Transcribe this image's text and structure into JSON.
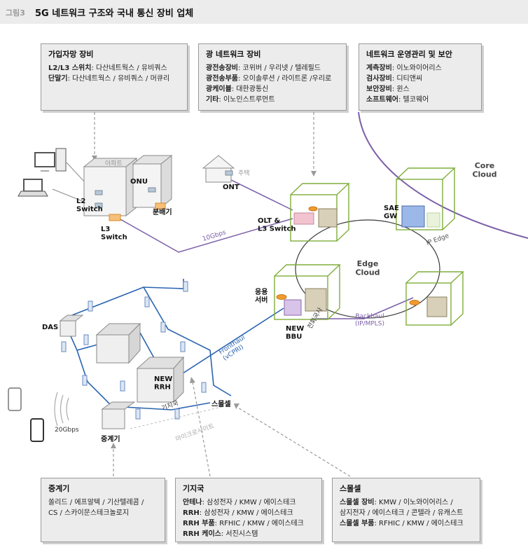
{
  "header": {
    "label": "그림3",
    "title": "5G 네트워크 구조와 국내 통신 장비 업체"
  },
  "boxes": {
    "subscriber": {
      "title": "가입자망 장비",
      "lines": [
        {
          "k": "L2/L3 스위치",
          "v": "다산네트웍스 / 유비쿼스"
        },
        {
          "k": "단말기",
          "v": "다산네트웍스 / 유비쿼스 / 머큐리"
        }
      ]
    },
    "optical": {
      "title": "광 네트워크 장비",
      "lines": [
        {
          "k": "광전송장비",
          "v": "코위버 / 우리넷 / 텔레필드"
        },
        {
          "k": "광전송부품",
          "v": "오이솔루션 / 라이트론 /우리로"
        },
        {
          "k": "광케이블",
          "v": "대한광통신"
        },
        {
          "k": "기타",
          "v": "이노인스트루먼트"
        }
      ]
    },
    "netops": {
      "title": "네트워크 운영관리 및 보안",
      "lines": [
        {
          "k": "계측장비",
          "v": "이노와이어리스"
        },
        {
          "k": "검사장비",
          "v": "디티앤씨"
        },
        {
          "k": "보안장비",
          "v": "윈스"
        },
        {
          "k": "소프트웨어",
          "v": "텔코웨어"
        }
      ]
    },
    "repeater": {
      "title": "중계기",
      "lines": [
        {
          "k": "",
          "v": "쏠리드 / 에프알텍 / 기산텔레콤 /"
        },
        {
          "k": "",
          "v": "CS / 스카이문스테크놀로지"
        }
      ]
    },
    "basestation": {
      "title": "기지국",
      "lines": [
        {
          "k": "안테나",
          "v": "삼성전자 / KMW / 에이스테크"
        },
        {
          "k": "RRH",
          "v": "삼성전자 / KMW / 에이스테크"
        },
        {
          "k": "RRH 부품",
          "v": "RFHIC / KMW / 에이스테크"
        },
        {
          "k": "RRH 케이스",
          "v": "서진시스템"
        }
      ]
    },
    "smallcell": {
      "title": "스몰셀",
      "lines": [
        {
          "k": "스몰셀 장비",
          "v": "KMW / 이노와이어리스 /"
        },
        {
          "k": "",
          "v": "삼지전자 / 에이스테크 / 콘텔라 / 유캐스트"
        },
        {
          "k": "스몰셀 부품",
          "v": "RFHIC / KMW / 에이스테크"
        }
      ]
    }
  },
  "labels": {
    "apartment": "아파트",
    "house": "주택",
    "l2": "L2\nSwitch",
    "l3": "L3\nSwitch",
    "onu": "ONU",
    "splitter": "분배기",
    "ont": "ONT",
    "olt": "OLT &\nL3 Switch",
    "tenG": "10Gbps",
    "core": "Core\nCloud",
    "sae": "SAE\nGW",
    "ipedge": "IP Edge",
    "edge": "Edge\nCloud",
    "app": "응용\n서버",
    "newbbu": "NEW\nBBU",
    "office": "전화국사",
    "backhaul": "Backhaul\n(IP/MPLS)",
    "fronthaul": "Fronthaul\n(vCPRI)",
    "das": "DAS",
    "newrrh": "NEW\nRRH",
    "bs": "기지국",
    "smallcell": "스몰셀",
    "repeater": "중계기",
    "microwave": "마이크로사이트",
    "twentyG": "20Gbps"
  },
  "colors": {
    "purple": "#7b5fa8",
    "blue": "#2a64b0",
    "greenCube": "#7fae3a",
    "orange": "#f29a2e",
    "box": "#ececec"
  }
}
